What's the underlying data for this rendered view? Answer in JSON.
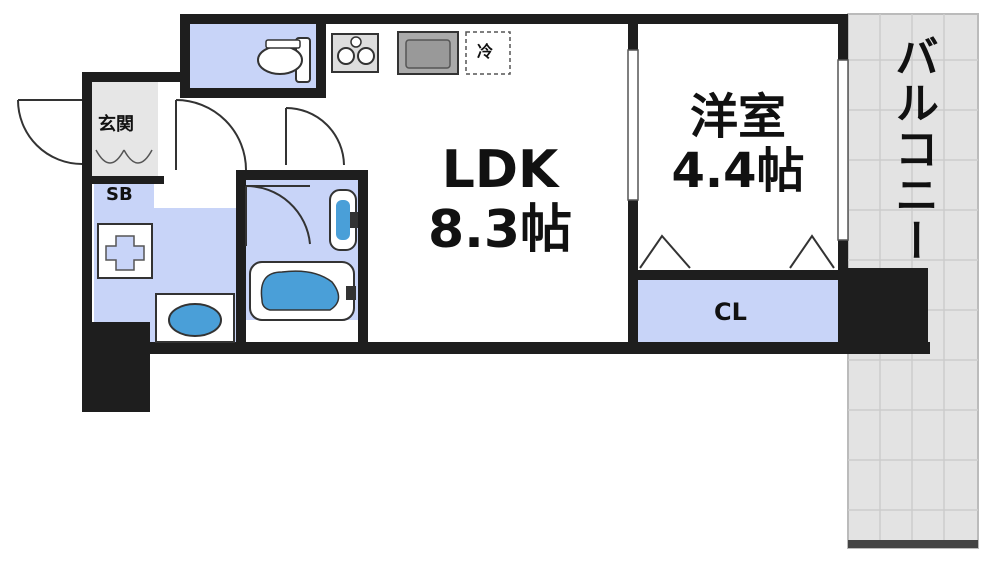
{
  "colors": {
    "wall": "#1e1e1e",
    "wet_area": "#c8d4f8",
    "fixture_blue": "#4a9fd8",
    "balcony": "#e3e3e3",
    "balcony_grid": "#cccccc"
  },
  "rooms": {
    "ldk": {
      "name": "LDK",
      "size": "8.3帖"
    },
    "western": {
      "name": "洋室",
      "size": "4.4帖"
    },
    "closet": {
      "name": "CL"
    },
    "entrance": {
      "name": "玄関"
    },
    "shoebox": {
      "name": "SB"
    },
    "balcony": {
      "name": "バルコニー"
    },
    "fridge": {
      "name": "冷"
    }
  },
  "icons": [
    "toilet-icon",
    "stove-icon",
    "sink-icon",
    "washing-machine-icon",
    "washbasin-icon",
    "bathtub-icon",
    "faucet-icon",
    "door-swing-icon"
  ]
}
